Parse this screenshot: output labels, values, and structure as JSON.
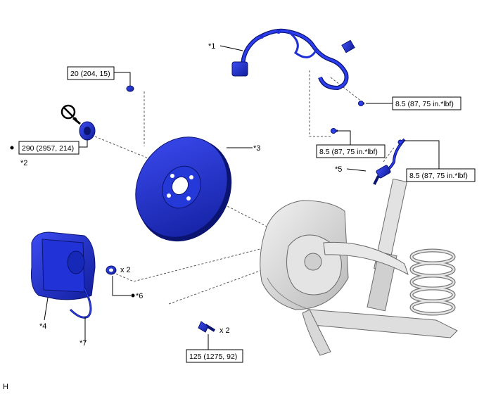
{
  "torques": {
    "t20": "20 (204, 15)",
    "t290": "290 (2957, 214)",
    "t85a": "8.5 (87, 75 in.*lbf)",
    "t85b": "8.5 (87, 75 in.*lbf)",
    "t85c": "8.5 (87, 75 in.*lbf)",
    "t125": "125 (1275, 92)"
  },
  "callouts": {
    "c1": "*1",
    "c2": "*2",
    "c3": "*3",
    "c4": "*4",
    "c5": "*5",
    "c6": "*6",
    "c7": "*7"
  },
  "qty": {
    "q1": "x 2",
    "q2": "x 2"
  },
  "corner_letter": "H",
  "colors": {
    "part_blue": "#1e2fd6",
    "part_dark": "#0b1470",
    "line": "#000000",
    "leader": "#555555",
    "suspension_gray": "#d9d9d9"
  },
  "icons": [
    "do-not-reuse-icon",
    "bullet-dot-icon"
  ]
}
